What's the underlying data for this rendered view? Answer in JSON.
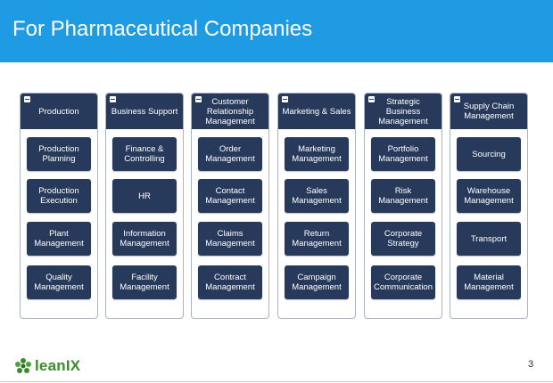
{
  "header": {
    "title": "For Pharmaceutical Companies"
  },
  "columns": [
    {
      "title": "Production",
      "items": [
        "Production Planning",
        "Production Execution",
        "Plant Management",
        "Quality Management"
      ]
    },
    {
      "title": "Business Support",
      "items": [
        "Finance & Controlling",
        "HR",
        "Information Management",
        "Facility Management"
      ]
    },
    {
      "title": "Customer Relationship Management",
      "items": [
        "Order Management",
        "Contact Management",
        "Claims Management",
        "Contract Management"
      ]
    },
    {
      "title": "Marketing & Sales",
      "items": [
        "Marketing Management",
        "Sales Management",
        "Return Management",
        "Campaign Management"
      ]
    },
    {
      "title": "Strategic Business Management",
      "items": [
        "Portfolio Management",
        "Risk Management",
        "Corporate Strategy",
        "Corporate Communication"
      ]
    },
    {
      "title": "Supply Chain Management",
      "items": [
        "Sourcing",
        "Warehouse Management",
        "Transport",
        "Material Management"
      ]
    }
  ],
  "footer": {
    "logo_text": "leanIX",
    "page_number": "3"
  },
  "colors": {
    "header_bg": "#1f9be3",
    "box_bg": "#283a5c",
    "logo_green": "#3b8a2c"
  }
}
